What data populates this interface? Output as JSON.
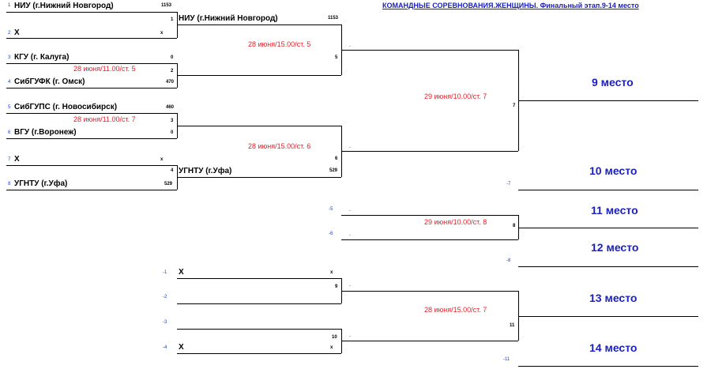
{
  "title": "КОМАНДНЫЕ СОРЕВНОВАНИЯ.ЖЕНЩИНЫ. Финальный этап.9-14 место",
  "round1": [
    {
      "seed": "1",
      "team": "НИУ (г.Нижний Новгород)",
      "score": "1153"
    },
    {
      "seed": "2",
      "team": "X",
      "score": "x"
    },
    {
      "seed": "3",
      "team": "КГУ (г. Калуга)",
      "score": "0"
    },
    {
      "seed": "4",
      "team": "СибГУФК (г. Омск)",
      "score": "470"
    },
    {
      "seed": "5",
      "team": "СибГУПС (г. Новосибирск)",
      "score": "460"
    },
    {
      "seed": "6",
      "team": "ВГУ (г.Воронеж)",
      "score": "0"
    },
    {
      "seed": "7",
      "team": "X",
      "score": "x"
    },
    {
      "seed": "8",
      "team": "УГНТУ (г.Уфа)",
      "score": "529"
    }
  ],
  "match_numbers": {
    "m1": "1",
    "m2": "2",
    "m3": "3",
    "m4": "4",
    "m5": "5",
    "m6": "6",
    "m7": "7",
    "m8": "8",
    "m9": "9",
    "m10": "10",
    "m11": "11"
  },
  "schedules": {
    "m2": "28 июня/11.00/ст. 5",
    "m3": "28 июня/11.00/ст. 7",
    "m5": "28 июня/15.00/ст. 5",
    "m6": "28 июня/15.00/ст. 6",
    "m7": "29 июня/10.00/ст. 7",
    "m8": "29 июня/10.00/ст. 8",
    "m11": "28 июня/15.00/ст. 7"
  },
  "round2": [
    {
      "team": "НИУ (г.Нижний Новгород)",
      "score": "1153"
    },
    {
      "team": "УГНТУ (г.Уфа)",
      "score": "529"
    }
  ],
  "dash": "-",
  "refs": {
    "r7": "-7",
    "r5": "-5",
    "r6": "-6",
    "r8": "-8",
    "r1": "-1",
    "r2": "-2",
    "r3": "-3",
    "r4": "-4",
    "r11": "-11"
  },
  "lower": {
    "x1": {
      "team": "X",
      "score": "x"
    },
    "x4": {
      "team": "X",
      "score": "x"
    }
  },
  "places": [
    "9 место",
    "10 место",
    "11 место",
    "12 место",
    "13 место",
    "14 место"
  ]
}
